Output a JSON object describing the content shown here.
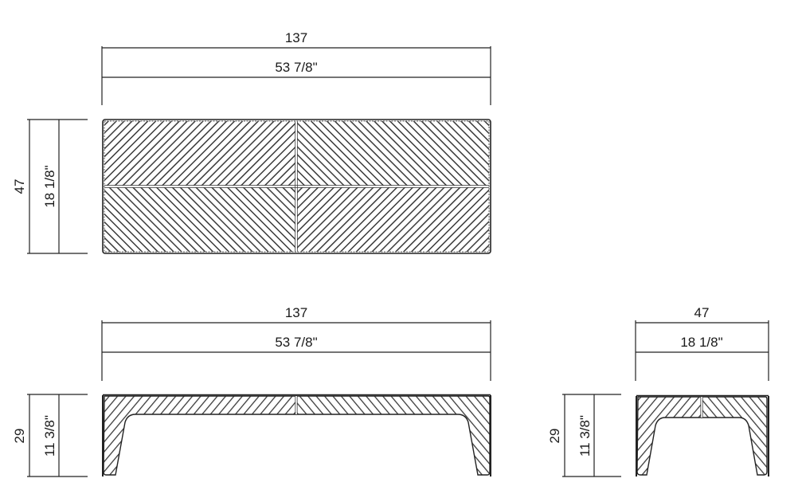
{
  "drawing": {
    "title": "Bench technical drawing (top, front, side views)",
    "line_color": "#222222",
    "background": "#ffffff"
  },
  "top_view": {
    "width_cm": "137",
    "width_in": "53 7/8\"",
    "depth_cm": "47",
    "depth_in": "18 1/8\"",
    "panels": 4,
    "hatch": "diagonal, chevron pattern"
  },
  "front_view": {
    "width_cm": "137",
    "width_in": "53 7/8\"",
    "height_cm": "29",
    "height_in": "11 3/8\""
  },
  "side_view": {
    "width_cm": "47",
    "width_in": "18 1/8\"",
    "height_cm": "29",
    "height_in": "11 3/8\""
  }
}
